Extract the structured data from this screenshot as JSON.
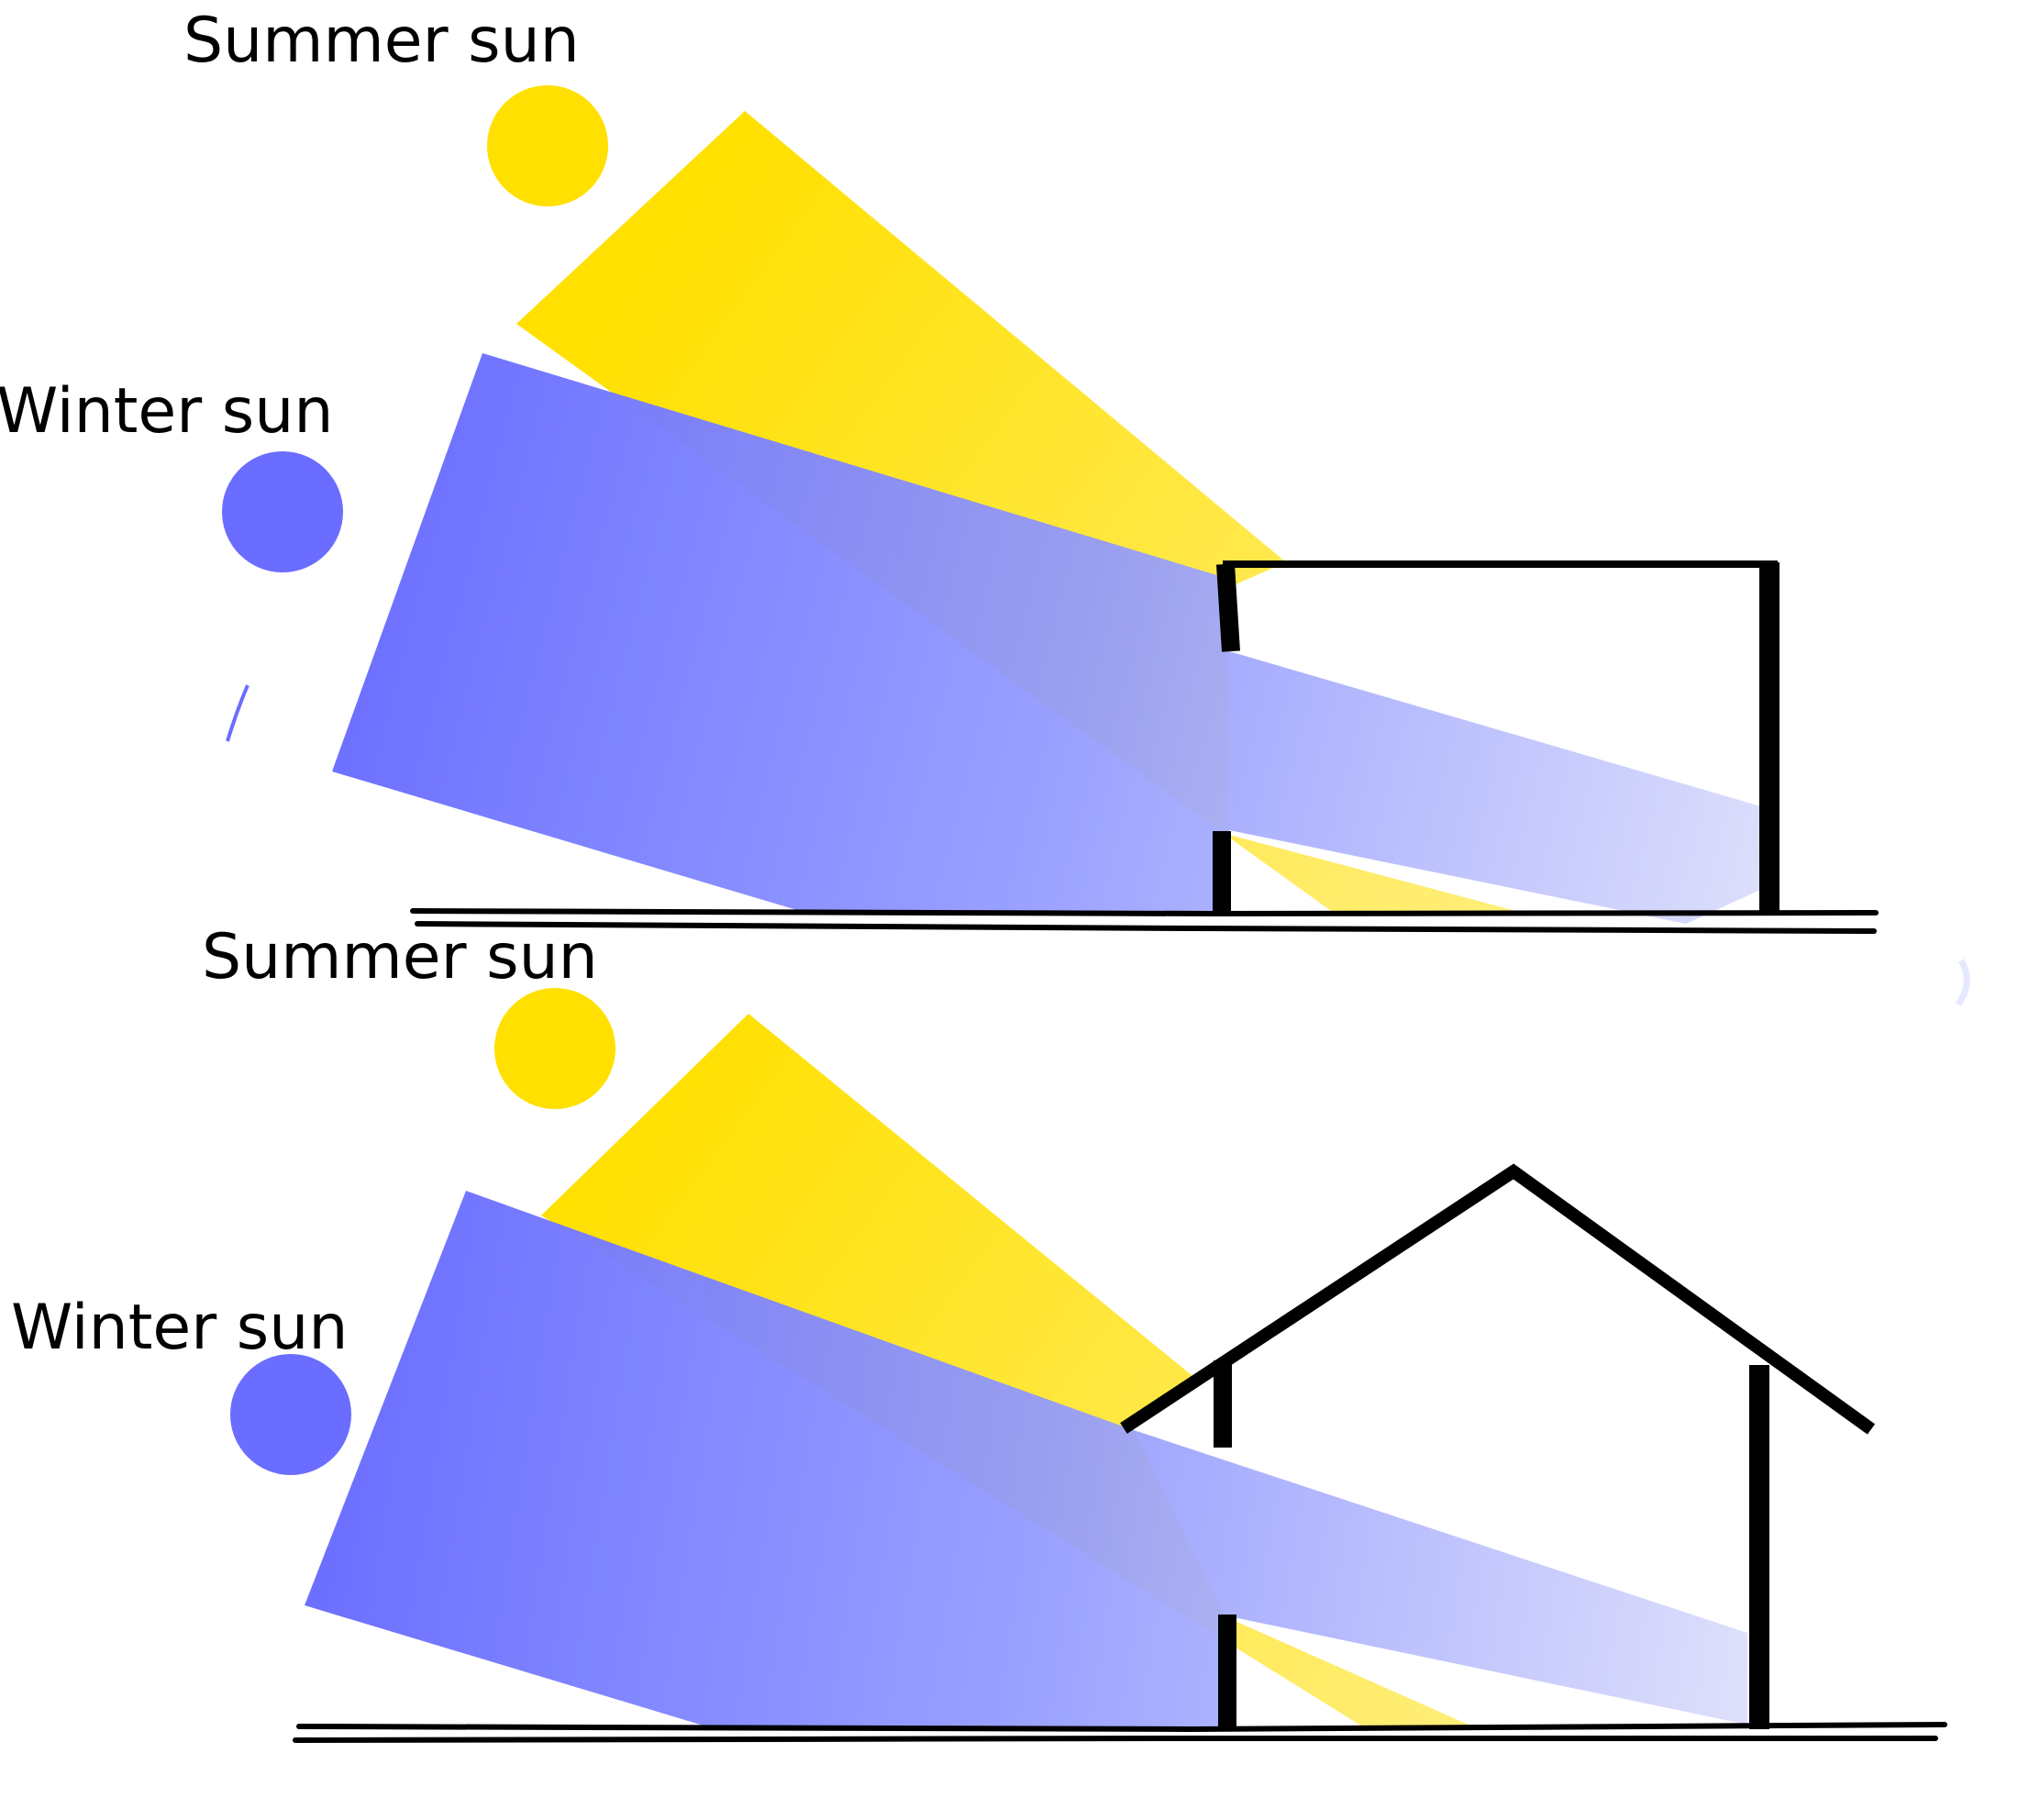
{
  "colors": {
    "summer_sun": "#FFE000",
    "winter_sun": "#6A6DFF",
    "winter_beam_fade": "#DCDEFB",
    "building_line": "#000000",
    "background": "#FFFFFF"
  },
  "panels": [
    {
      "name": "flat-roof",
      "summer_label": "Summer sun",
      "winter_label": "Winter sun",
      "building": "flat-roof-house"
    },
    {
      "name": "pitched-roof",
      "summer_label": "Summer sun",
      "winter_label": "Winter sun",
      "building": "pitched-roof-house"
    }
  ]
}
